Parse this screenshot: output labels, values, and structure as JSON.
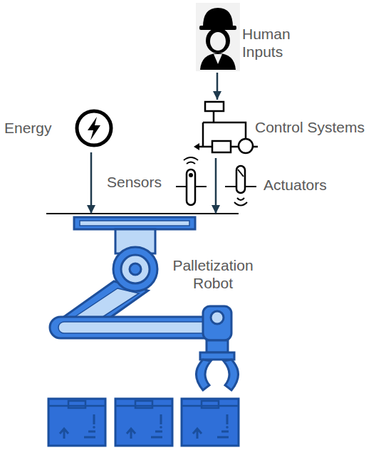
{
  "diagram": {
    "nodes": [
      {
        "text": [
          "Human Inputs"
        ]
      },
      {
        "text": [
          "Energy"
        ]
      },
      {
        "text": [
          "Control Systems"
        ]
      },
      {
        "text": [
          "Palletization Robot"
        ]
      }
    ],
    "edges": [
      {
        "from": 0,
        "to": 2,
        "arrow": "to"
      },
      {
        "from": 2,
        "to": 3,
        "arrow": "to"
      },
      {
        "from": 1,
        "to": 3,
        "arrow": "to"
      }
    ],
    "labels": [
      "Sensors",
      "Actuators"
    ]
  }
}
